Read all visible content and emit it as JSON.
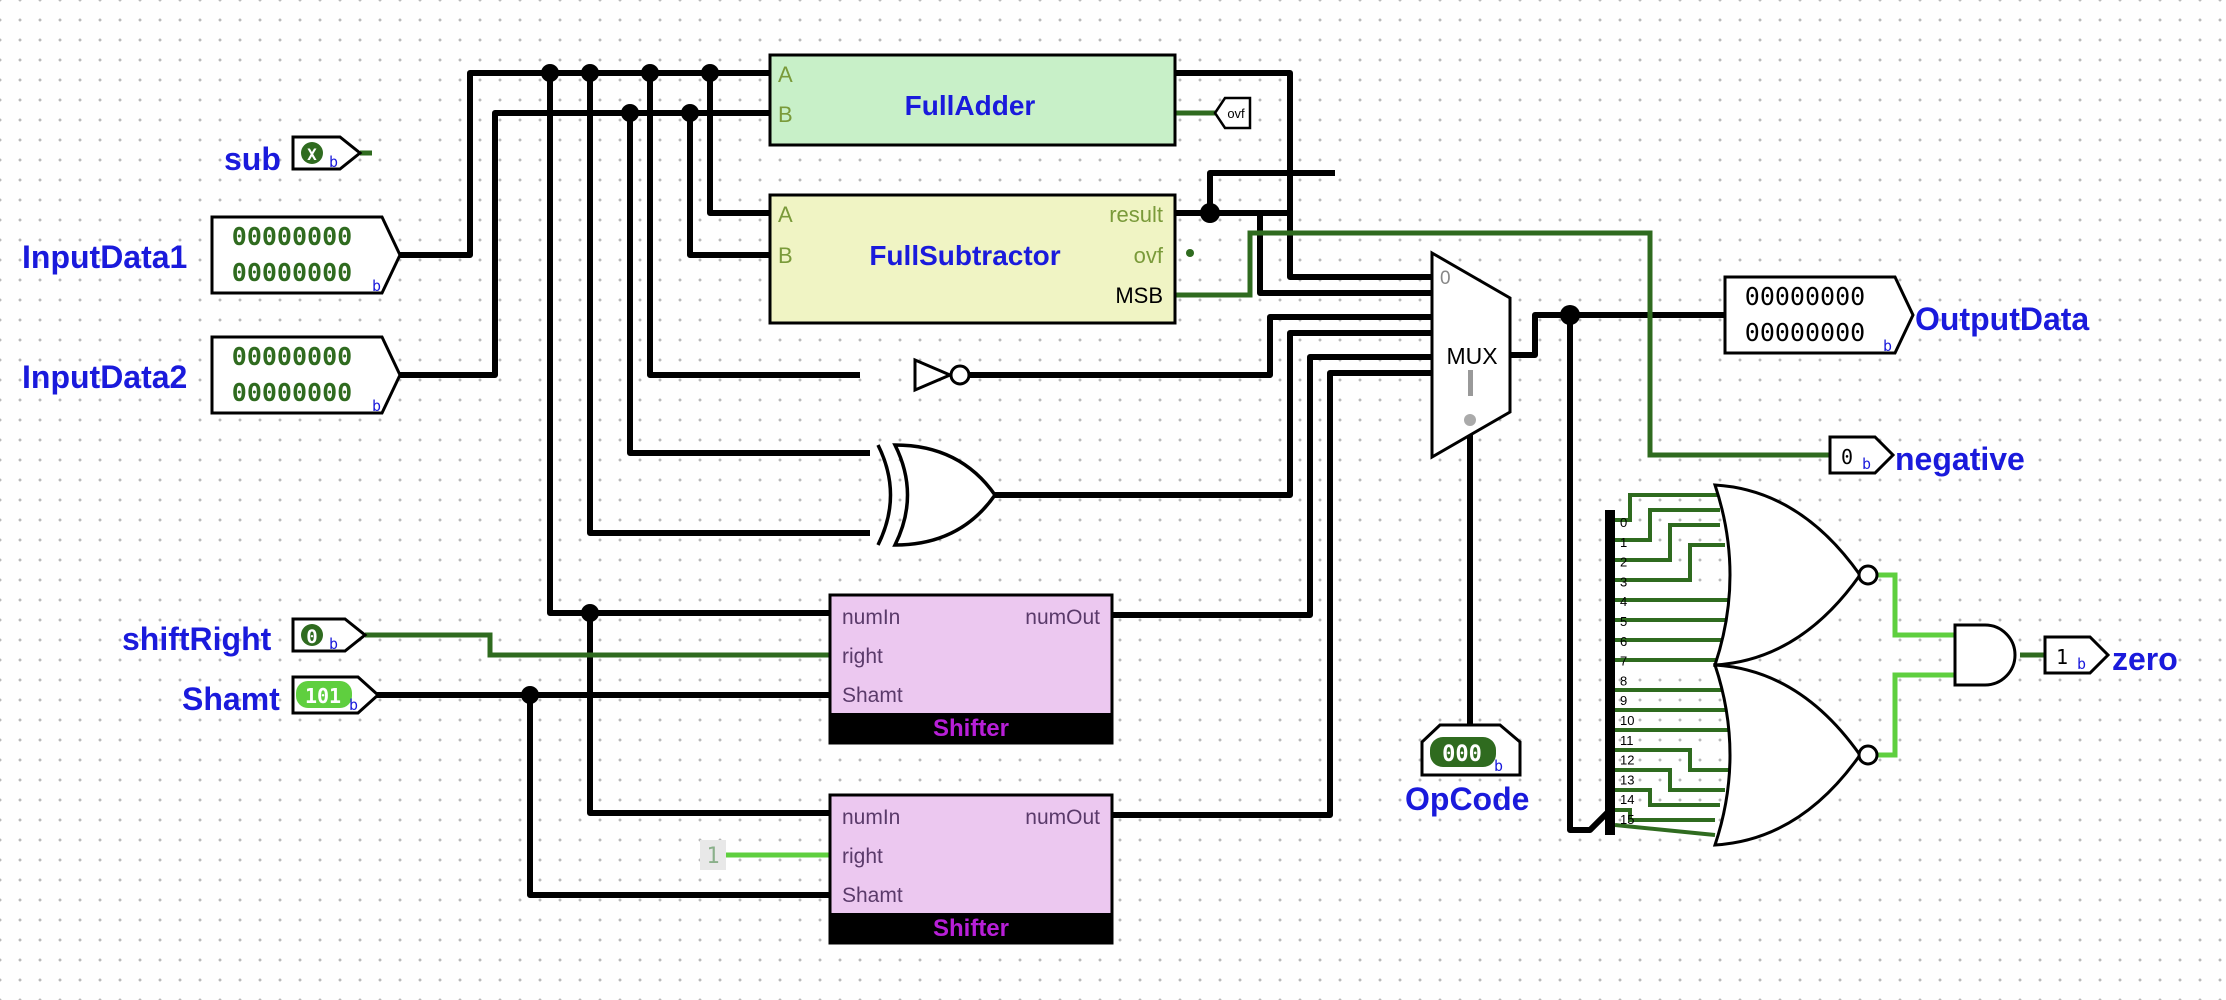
{
  "inputs": {
    "sub": {
      "label": "sub",
      "value": "X",
      "suffix": "b"
    },
    "input_data1": {
      "label": "InputData1",
      "row1": "00000000",
      "row2": "00000000",
      "suffix": "b"
    },
    "input_data2": {
      "label": "InputData2",
      "row1": "00000000",
      "row2": "00000000",
      "suffix": "b"
    },
    "shift_right": {
      "label": "shiftRight",
      "value": "0",
      "suffix": "b"
    },
    "shamt": {
      "label": "Shamt",
      "value": "101",
      "suffix": "b"
    },
    "opcode": {
      "label": "OpCode",
      "value": "000",
      "suffix": "b"
    },
    "constant_one": {
      "value": "1"
    }
  },
  "components": {
    "full_adder": {
      "title": "FullAdder",
      "pin_a": "A",
      "pin_b": "B",
      "ovf_tag": "ovf"
    },
    "full_subtractor": {
      "title": "FullSubtractor",
      "pin_a": "A",
      "pin_b": "B",
      "pin_result": "result",
      "pin_ovf": "ovf",
      "pin_msb": "MSB"
    },
    "mux": {
      "title": "MUX",
      "sel0": "0"
    },
    "shifter1": {
      "title": "Shifter",
      "pin_numin": "numIn",
      "pin_right": "right",
      "pin_shamt": "Shamt",
      "pin_numout": "numOut"
    },
    "shifter2": {
      "title": "Shifter",
      "pin_numin": "numIn",
      "pin_right": "right",
      "pin_shamt": "Shamt",
      "pin_numout": "numOut"
    },
    "splitter": {
      "bits": [
        "0",
        "1",
        "2",
        "3",
        "4",
        "5",
        "6",
        "7",
        "8",
        "9",
        "10",
        "11",
        "12",
        "13",
        "14",
        "15"
      ]
    }
  },
  "outputs": {
    "output_data": {
      "label": "OutputData",
      "row1": "00000000",
      "row2": "00000000",
      "suffix": "b"
    },
    "negative": {
      "label": "negative",
      "value": "0",
      "suffix": "b"
    },
    "zero": {
      "label": "zero",
      "value": "1",
      "suffix": "b"
    }
  },
  "colors": {
    "wire_bus": "#000000",
    "wire_bit_low": "#2f6b1f",
    "wire_bit_high": "#5fcf3f",
    "adder_fill": "#c8f0c8",
    "subtractor_fill": "#f0f4c4",
    "shifter_fill": "#ecc8f0",
    "label_blue": "#1a1adc",
    "shifter_title": "#b81fd8"
  }
}
